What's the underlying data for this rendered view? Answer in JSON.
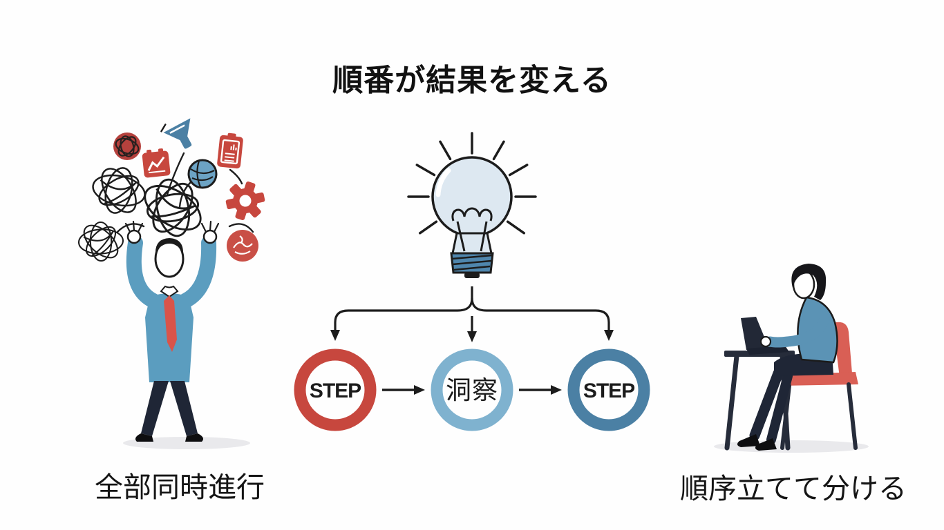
{
  "title": "順番が結果を変える",
  "left_scene": {
    "caption": "全部同時進行",
    "icon_names": [
      "tangled-scribble",
      "red-scribble-ball",
      "bar-chart-badge",
      "megaphone-funnel",
      "clipboard-report",
      "yarn-globe",
      "gear",
      "crumpled-note"
    ]
  },
  "flow": {
    "source_icon": "lightbulb-icon",
    "steps": [
      {
        "label": "STEP",
        "ring_color": "#c7473e"
      },
      {
        "label": "洞察",
        "ring_color": "#7fb2cf"
      },
      {
        "label": "STEP",
        "ring_color": "#4b80a4"
      }
    ]
  },
  "right_scene": {
    "caption": "順序立てて分ける"
  },
  "colors": {
    "ink": "#1c1c1c",
    "red": "#c7473e",
    "light_blue": "#7fb2cf",
    "dark_blue": "#4b80a4",
    "shirt_blue": "#5b9dbf",
    "sweater_blue": "#5b93b5",
    "tie_red": "#d9544a",
    "chair_red": "#d95f55",
    "pants_dark": "#1f2636",
    "bulb_glass": "#dde8f1",
    "bulb_base": "#4f86ad",
    "shadow_gray": "#e9e9ec"
  }
}
